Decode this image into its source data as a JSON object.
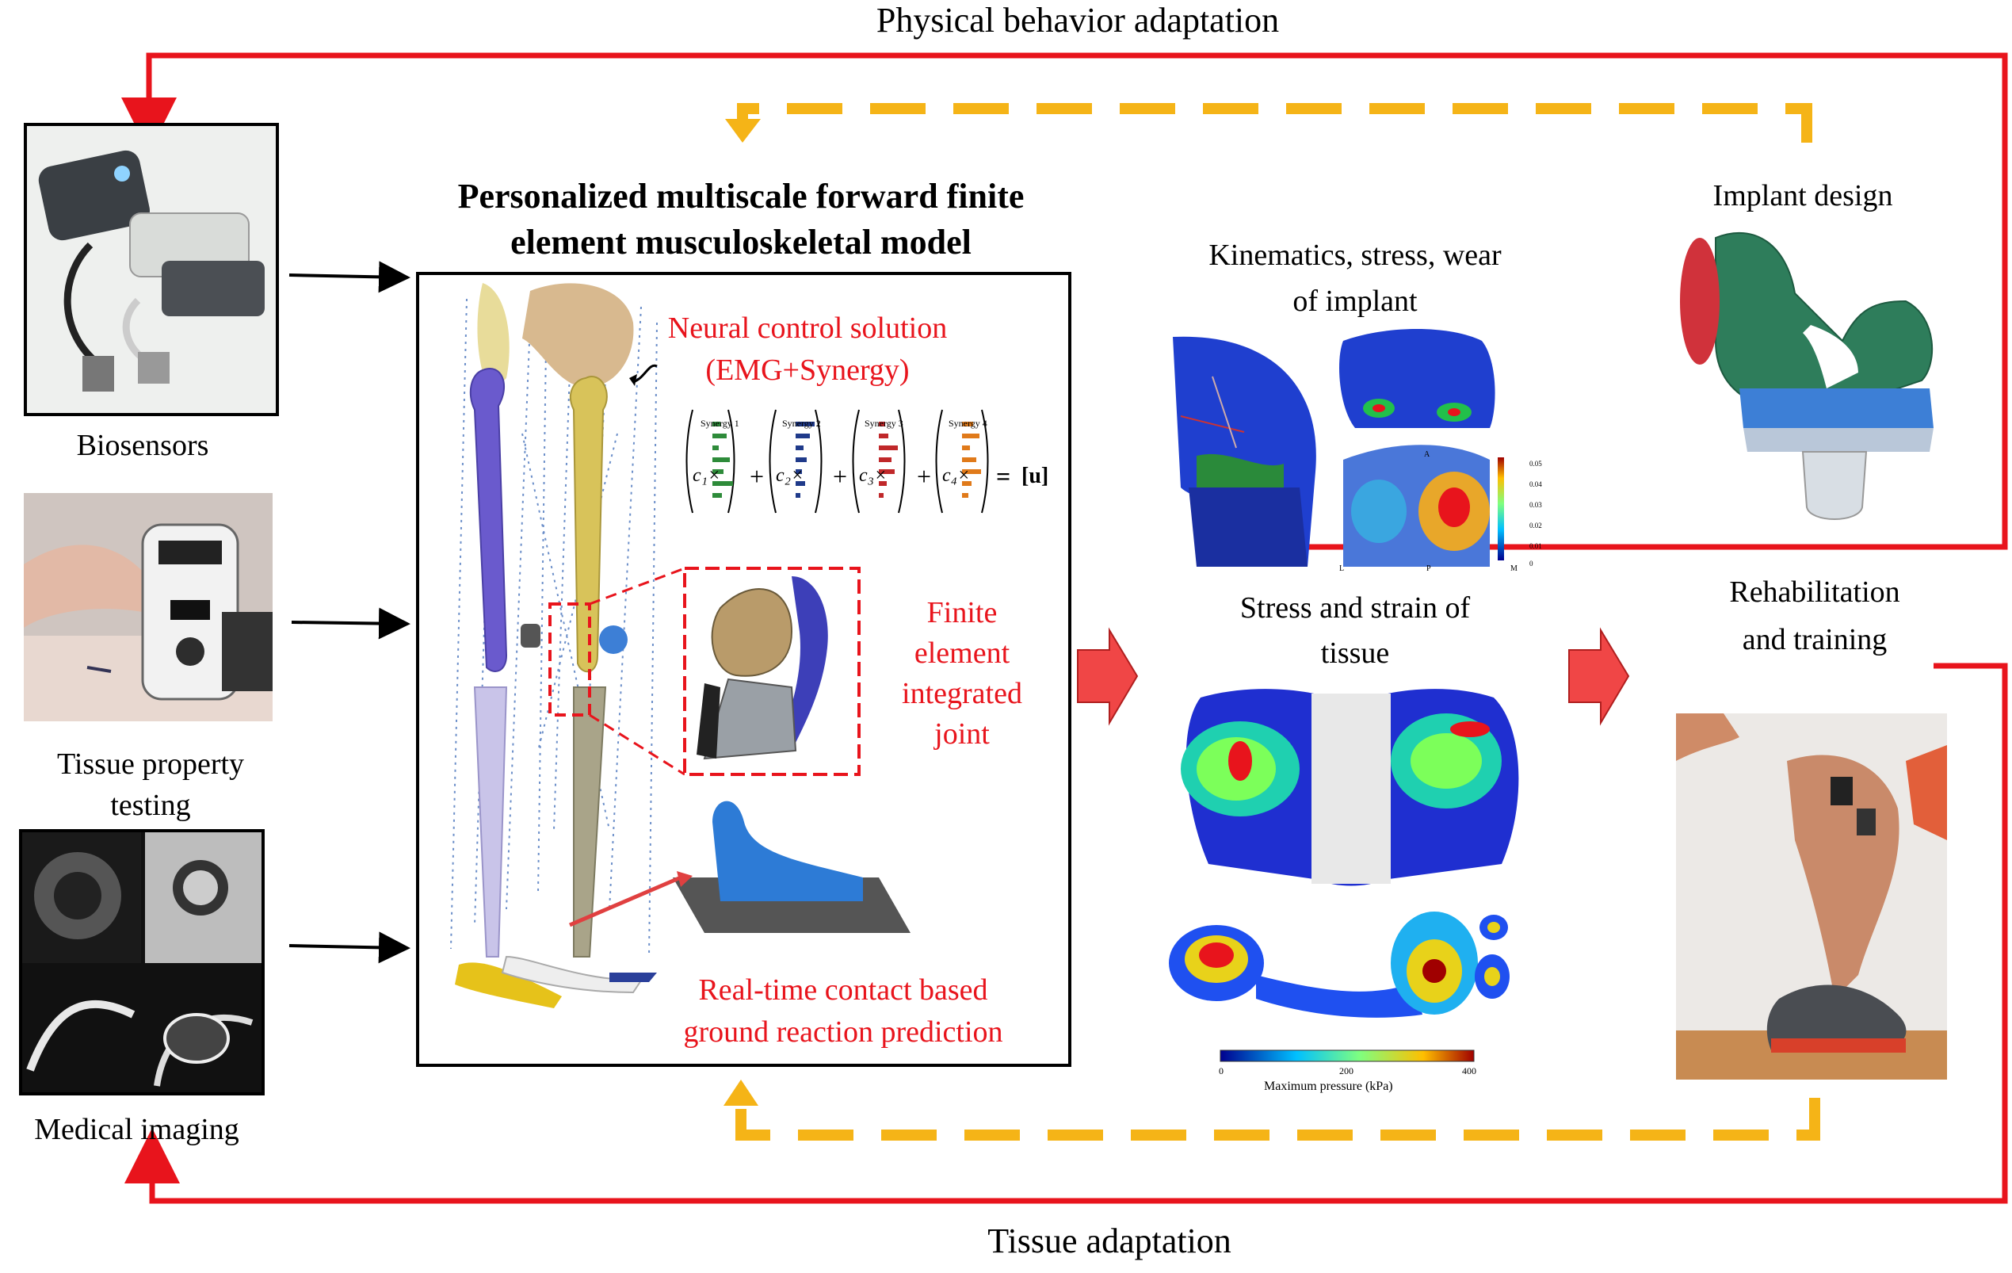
{
  "titles": {
    "top": "Physical behavior adaptation",
    "bottom": "Tissue adaptation"
  },
  "left_column": {
    "biosensors": "Biosensors",
    "tissue_testing_line1": "Tissue property",
    "tissue_testing_line2": "testing",
    "medical_imaging": "Medical imaging"
  },
  "model": {
    "title_line1": "Personalized multiscale forward finite",
    "title_line2": "element musculoskeletal model",
    "neural_line1": "Neural control solution",
    "neural_line2": "(EMG+Synergy)",
    "synergy_labels": [
      "Synergy 1",
      "Synergy 2",
      "Synergy 3",
      "Synergy 4"
    ],
    "coefficients": [
      "c₁×",
      "c₂×",
      "c₃×",
      "c₄×"
    ],
    "equals": "=",
    "result": "[u]",
    "fe_line1": "Finite",
    "fe_line2": "element",
    "fe_line3": "integrated",
    "fe_line4": "joint",
    "contact_line1": "Real-time contact based",
    "contact_line2": "ground reaction prediction"
  },
  "outputs": {
    "kinematics_line1": "Kinematics, stress, wear",
    "kinematics_line2": "of implant",
    "stress_line1": "Stress and strain of",
    "stress_line2": "tissue",
    "colorbar_title": "Maximum pressure (kPa)",
    "colorbar_ticks": [
      "0",
      "200",
      "400"
    ],
    "implant_scale_ticks": [
      "0.05",
      "0.04",
      "0.03",
      "0.02",
      "0.01",
      "0"
    ],
    "plot_letters": [
      "A",
      "L",
      "P",
      "M"
    ]
  },
  "right_column": {
    "implant_design": "Implant design",
    "rehab_line1": "Rehabilitation",
    "rehab_line2": "and training"
  },
  "colors": {
    "feedback_red": "#e8141c",
    "dashed_orange": "#f5b417",
    "bone_purple": "#6a5acd",
    "bone_yellow": "#d8c35a",
    "implant_green": "#2e7d5b",
    "implant_blue": "#3d7fd6"
  }
}
